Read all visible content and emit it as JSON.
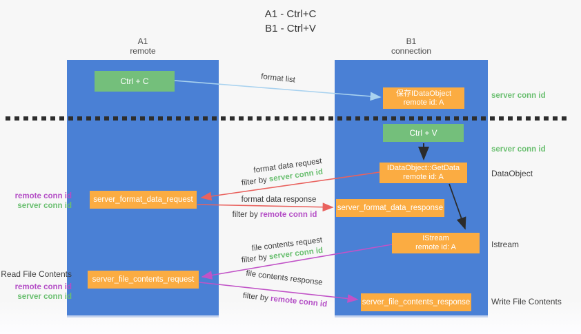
{
  "title": {
    "line1": "A1 - Ctrl+C",
    "line2": "B1 - Ctrl+V"
  },
  "lanes": {
    "left": {
      "name": "A1",
      "role": "remote"
    },
    "right": {
      "name": "B1",
      "role": "connection"
    }
  },
  "nodes": {
    "ctrl_c": {
      "label": "Ctrl + C"
    },
    "ctrl_v": {
      "label": "Ctrl + V"
    },
    "save_dataobject": {
      "line1": "保存IDataObject",
      "line2": "remote id: A"
    },
    "getdata": {
      "line1": "IDataObject::GetData",
      "line2": "remote id: A"
    },
    "istream": {
      "line1": "IStream",
      "line2": "remote id: A"
    },
    "format_request": {
      "label": "server_format_data_request"
    },
    "format_response": {
      "label": "server_format_data_response"
    },
    "file_request": {
      "label": "server_file_contents_request"
    },
    "file_response": {
      "label": "server_file_contents_response"
    }
  },
  "flow_labels": {
    "format_list": "format list",
    "format_data_request": "format data request",
    "format_data_response": "format data response",
    "file_contents_request": "file contents request",
    "file_contents_response": "file contents response",
    "filter_by": "filter by",
    "server_conn_id": "server conn id",
    "remote_conn_id": "remote conn id"
  },
  "side_labels": {
    "right_server_conn_top": "server conn id",
    "right_server_conn_mid": "server conn id",
    "dataobject": "DataObject",
    "istream": "Istream",
    "write_file_contents": "Write File Contents",
    "left_remote_conn_top": "remote conn id",
    "left_server_conn_top": "server conn id",
    "read_file_contents": "Read File Contents",
    "left_remote_conn_bottom": "remote conn id",
    "left_server_conn_bottom": "server conn id"
  },
  "colors": {
    "lane_blue": "#4a80d5",
    "node_green": "#74bf7b",
    "node_orange": "#fbac42",
    "accent_green": "#6abf70",
    "accent_purple": "#b44ec6",
    "arrow_red": "#e9625e",
    "arrow_magenta": "#c153c7",
    "arrow_blue": "#a9d2ef",
    "arrow_black": "#2b2b2b"
  }
}
